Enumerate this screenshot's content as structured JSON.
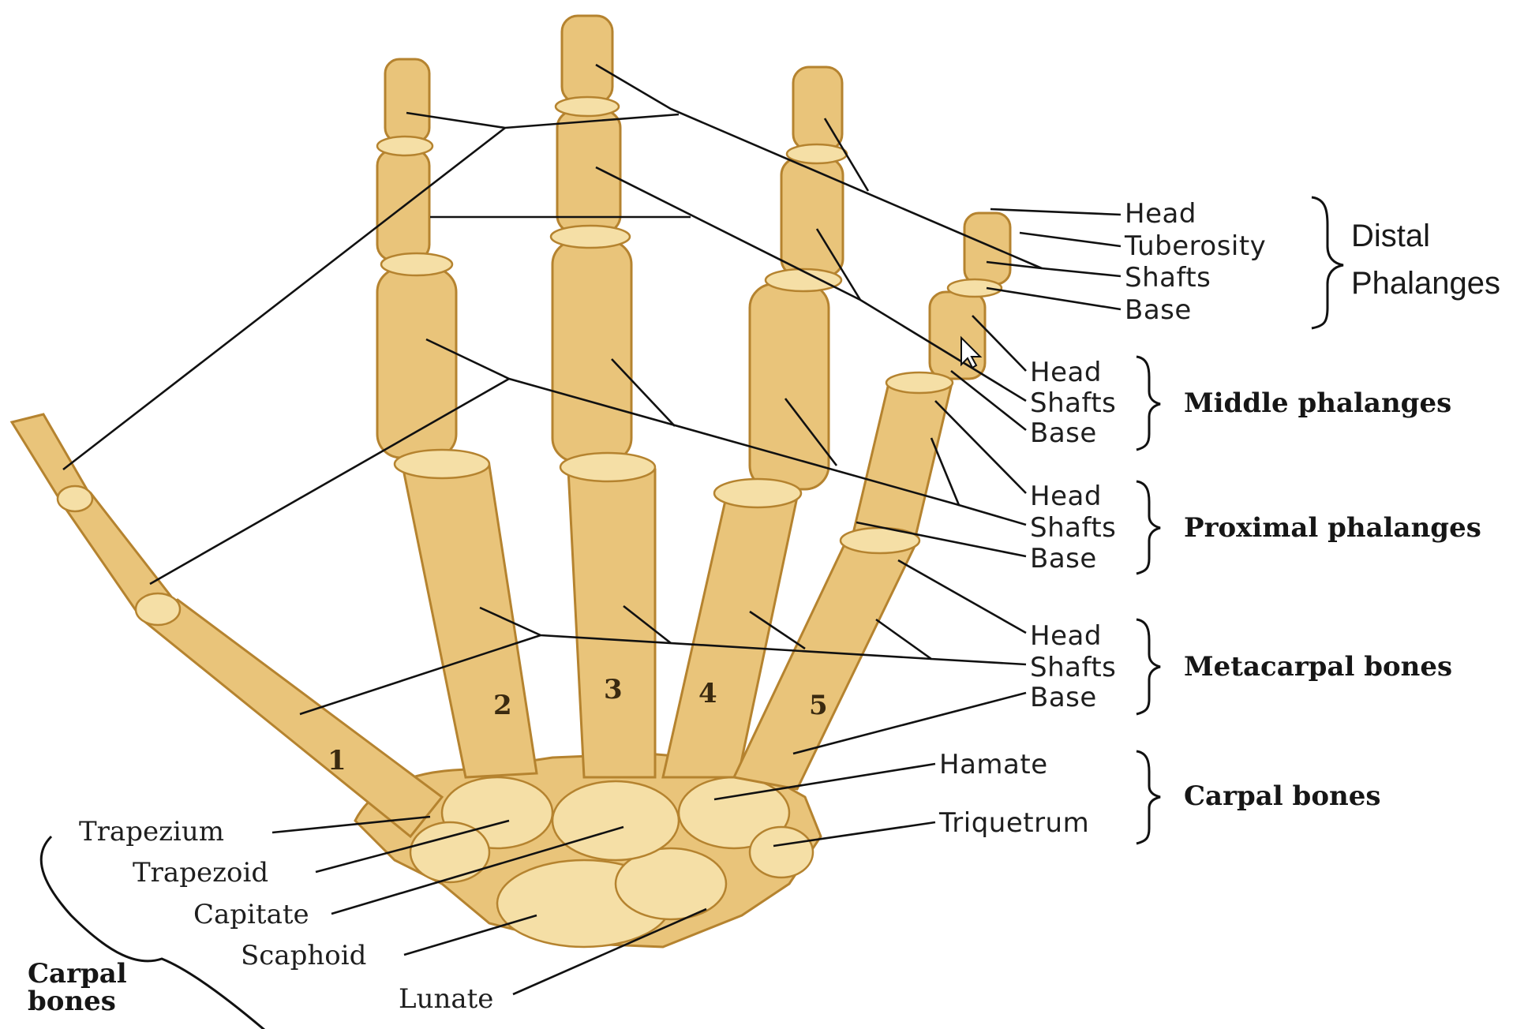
{
  "groups": {
    "distal": {
      "title_line1": "Distal",
      "title_line2": "Phalanges",
      "labels": [
        "Head",
        "Tuberosity",
        "Shafts",
        "Base"
      ]
    },
    "middle": {
      "title": "Middle phalanges",
      "labels": [
        "Head",
        "Shafts",
        "Base"
      ]
    },
    "proximal": {
      "title": "Proximal phalanges",
      "labels": [
        "Head",
        "Shafts",
        "Base"
      ]
    },
    "metacarpal": {
      "title": "Metacarpal bones",
      "labels": [
        "Head",
        "Shafts",
        "Base"
      ]
    },
    "carpal_right": {
      "title": "Carpal bones",
      "labels": [
        "Hamate",
        "Triquetrum"
      ]
    },
    "carpal_left": {
      "title_line1": "Carpal",
      "title_line2": "bones",
      "labels": [
        "Trapezium",
        "Trapezoid",
        "Capitate",
        "Scaphoid",
        "Lunate"
      ]
    }
  },
  "metacarpal_numbers": [
    "1",
    "2",
    "3",
    "4",
    "5"
  ],
  "colors": {
    "bone": "#e9c47a",
    "bone_outline": "#b5832f",
    "joint": "#f5dfa6",
    "line": "#111111"
  }
}
